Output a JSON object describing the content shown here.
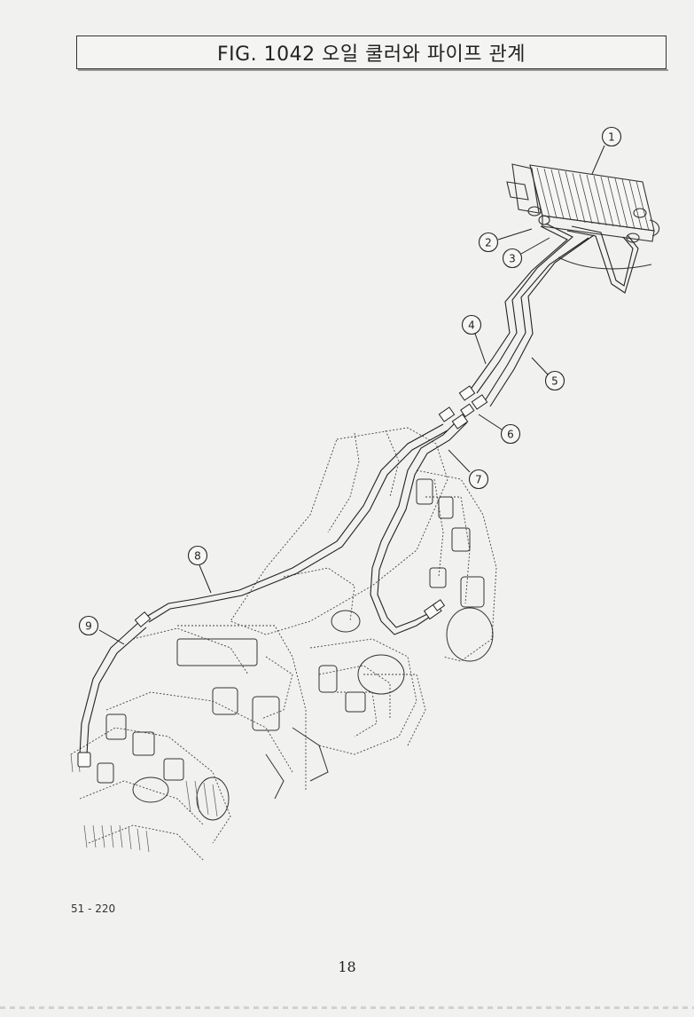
{
  "figure": {
    "title": "FIG. 1042 오일 쿨러와 파이프 관계"
  },
  "callouts": [
    {
      "id": "callout-1-cooler",
      "label": "1"
    },
    {
      "id": "callout-2",
      "label": "2"
    },
    {
      "id": "callout-3",
      "label": "3"
    },
    {
      "id": "callout-4",
      "label": "4"
    },
    {
      "id": "callout-5",
      "label": "5"
    },
    {
      "id": "callout-6",
      "label": "6"
    },
    {
      "id": "callout-7",
      "label": "7"
    },
    {
      "id": "callout-8",
      "label": "8"
    },
    {
      "id": "callout-9",
      "label": "9"
    }
  ],
  "footer": {
    "page_code": "51 - 220",
    "page_number": "18"
  }
}
